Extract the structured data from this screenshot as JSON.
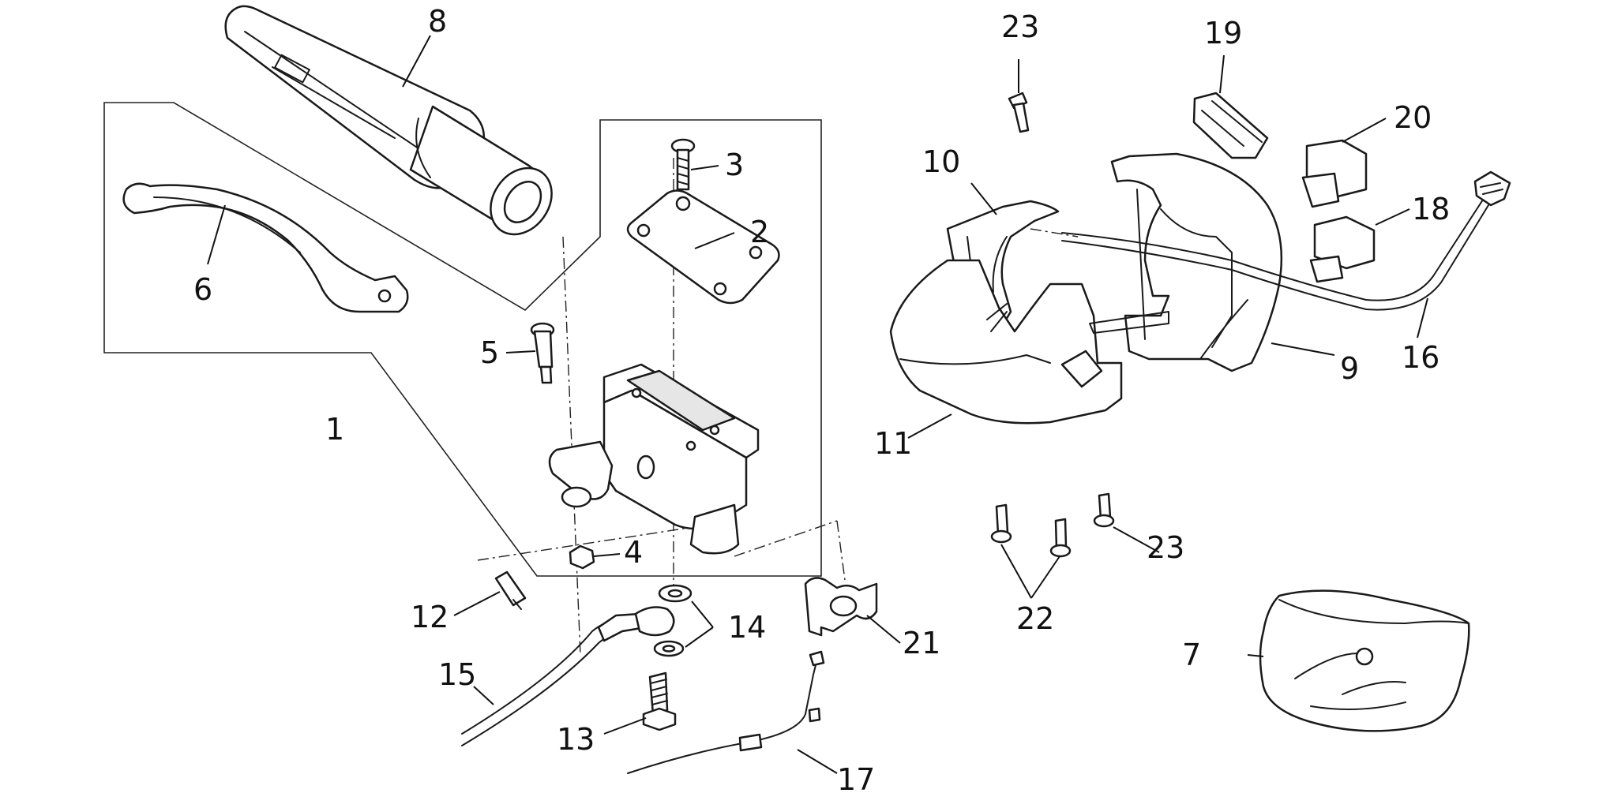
{
  "diagram": {
    "type": "exploded-parts-view",
    "callouts": [
      "1",
      "2",
      "3",
      "4",
      "5",
      "6",
      "7",
      "8",
      "9",
      "10",
      "11",
      "12",
      "13",
      "14",
      "15",
      "16",
      "17",
      "18",
      "19",
      "20",
      "21",
      "22",
      "23",
      "23"
    ],
    "colors": {
      "ink": "#111111",
      "background": "#ffffff",
      "shade": "#e6e6e6"
    }
  }
}
